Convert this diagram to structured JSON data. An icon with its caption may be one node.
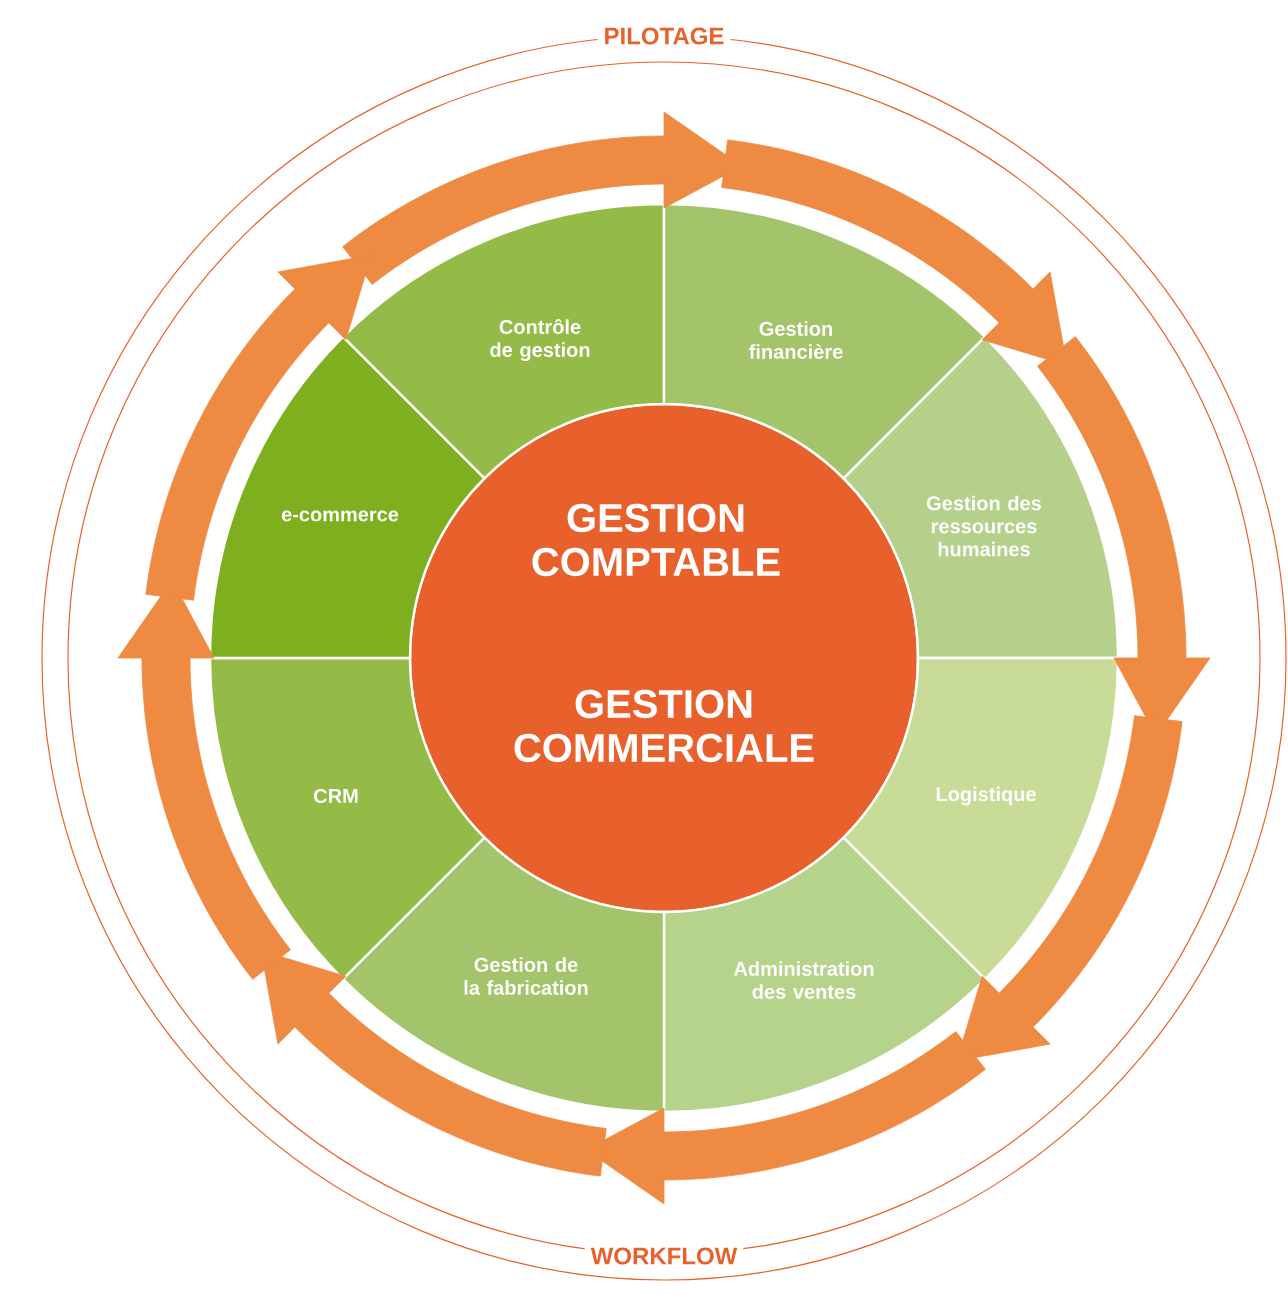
{
  "diagram": {
    "nodes": [
      {
        "text": [
          "GESTION COMPTABLE",
          "GESTION COMMERCIALE"
        ]
      },
      {
        "text": [
          "Contrôle de gestion"
        ]
      },
      {
        "text": [
          "Gestion financière"
        ]
      },
      {
        "text": [
          "Gestion des ressources humaines"
        ]
      },
      {
        "text": [
          "Logistique"
        ]
      },
      {
        "text": [
          "Administration des ventes"
        ]
      },
      {
        "text": [
          "Gestion de la fabrication"
        ]
      },
      {
        "text": [
          "CRM"
        ]
      },
      {
        "text": [
          "e-commerce"
        ]
      }
    ],
    "edges": [
      {
        "from": 1,
        "to": 2,
        "arrow": "to"
      },
      {
        "from": 2,
        "to": 3,
        "arrow": "to"
      },
      {
        "from": 3,
        "to": 4,
        "arrow": "to"
      },
      {
        "from": 4,
        "to": 5,
        "arrow": "to"
      },
      {
        "from": 5,
        "to": 6,
        "arrow": "to"
      },
      {
        "from": 6,
        "to": 7,
        "arrow": "to"
      },
      {
        "from": 7,
        "to": 8,
        "arrow": "to"
      },
      {
        "from": 8,
        "to": 1,
        "arrow": "to"
      }
    ],
    "labels": [
      "PILOTAGE",
      "WORKFLOW"
    ]
  }
}
